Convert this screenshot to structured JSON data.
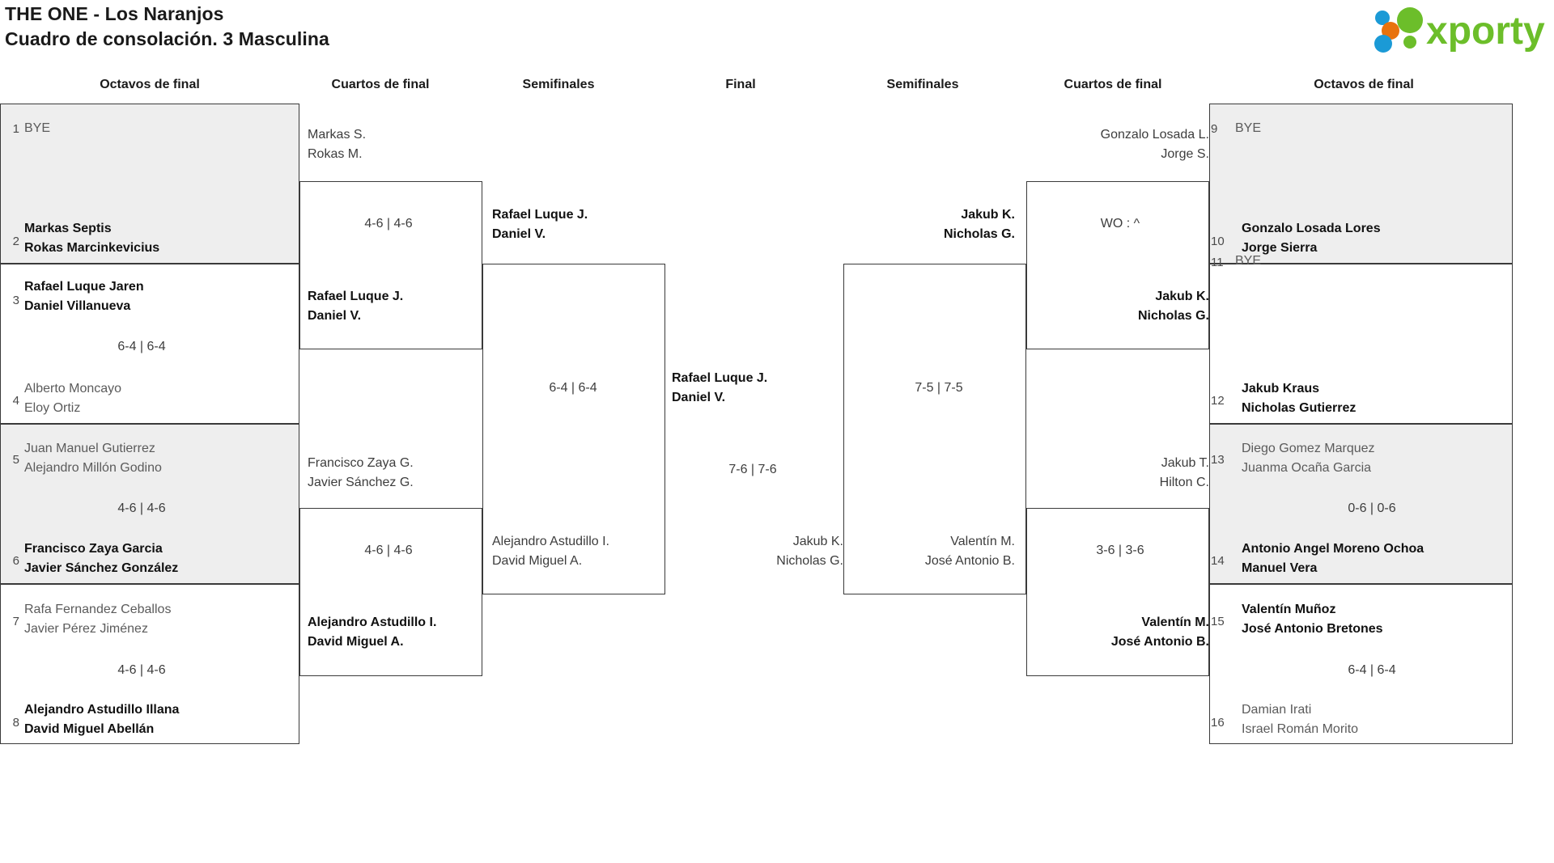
{
  "header": {
    "title_line1": "THE ONE - Los Naranjos",
    "title_line2": "Cuadro de consolación. 3 Masculina",
    "logo_text": "xporty",
    "logo_colors": {
      "green": "#6cbe2a",
      "blue": "#1b9ad6",
      "orange": "#e8720c"
    }
  },
  "round_headers": {
    "left_r16": "Octavos de final",
    "left_qf": "Cuartos de final",
    "left_sf": "Semifinales",
    "final": "Final",
    "right_sf": "Semifinales",
    "right_qf": "Cuartos de final",
    "right_r16": "Octavos de final"
  },
  "left": {
    "r16": [
      {
        "seed": "1",
        "line1": "BYE",
        "line2": "",
        "state": "lose",
        "score": ""
      },
      {
        "seed": "2",
        "line1": "Markas Septis",
        "line2": "Rokas Marcinkevicius",
        "state": "win",
        "score": ""
      },
      {
        "seed": "3",
        "line1": "Rafael Luque Jaren",
        "line2": "Daniel Villanueva",
        "state": "win",
        "score": "6-4 | 6-4"
      },
      {
        "seed": "4",
        "line1": "Alberto Moncayo",
        "line2": "Eloy Ortiz",
        "state": "lose",
        "score": ""
      },
      {
        "seed": "5",
        "line1": "Juan Manuel Gutierrez",
        "line2": "Alejandro Millón Godino",
        "state": "lose",
        "score": "4-6 | 4-6"
      },
      {
        "seed": "6",
        "line1": "Francisco Zaya Garcia",
        "line2": "Javier Sánchez González",
        "state": "win",
        "score": ""
      },
      {
        "seed": "7",
        "line1": "Rafa Fernandez Ceballos",
        "line2": "Javier Pérez Jiménez",
        "state": "lose",
        "score": "4-6 | 4-6"
      },
      {
        "seed": "8",
        "line1": "Alejandro Astudillo Illana",
        "line2": "David Miguel Abellán",
        "state": "win",
        "score": ""
      }
    ],
    "qf": [
      {
        "line1": "Markas S.",
        "line2": "Rokas M.",
        "state": "lose",
        "score": "4-6 | 4-6"
      },
      {
        "line1": "Rafael Luque J.",
        "line2": "Daniel V.",
        "state": "win",
        "score": ""
      },
      {
        "line1": "Francisco Zaya G.",
        "line2": "Javier Sánchez G.",
        "state": "lose",
        "score": "4-6 | 4-6"
      },
      {
        "line1": "Alejandro Astudillo I.",
        "line2": "David Miguel A.",
        "state": "win",
        "score": ""
      }
    ],
    "sf": [
      {
        "line1": "Rafael Luque J.",
        "line2": "Daniel V.",
        "state": "win",
        "score": "6-4 | 6-4"
      },
      {
        "line1": "Alejandro Astudillo I.",
        "line2": "David Miguel A.",
        "state": "lose",
        "score": ""
      }
    ]
  },
  "final": {
    "top": {
      "line1": "Rafael Luque J.",
      "line2": "Daniel V.",
      "state": "win"
    },
    "bottom": {
      "line1": "Jakub K.",
      "line2": "Nicholas G.",
      "state": "lose"
    },
    "score": "7-6 | 7-6"
  },
  "right": {
    "sf": [
      {
        "line1": "Jakub K.",
        "line2": "Nicholas G.",
        "state": "win",
        "score": "7-5 | 7-5"
      },
      {
        "line1": "Valentín M.",
        "line2": "José Antonio B.",
        "state": "lose",
        "score": ""
      }
    ],
    "qf": [
      {
        "line1": "Gonzalo Losada L.",
        "line2": "Jorge S.",
        "state": "lose",
        "score": "WO : ^"
      },
      {
        "line1": "Jakub K.",
        "line2": "Nicholas G.",
        "state": "win",
        "score": ""
      },
      {
        "line1": "Jakub T.",
        "line2": "Hilton C.",
        "state": "lose",
        "score": "3-6 | 3-6"
      },
      {
        "line1": "Valentín M.",
        "line2": "José Antonio B.",
        "state": "win",
        "score": ""
      }
    ],
    "r16": [
      {
        "seed": "9",
        "line1": "BYE",
        "line2": "",
        "state": "lose",
        "score": ""
      },
      {
        "seed": "10",
        "line1": "Gonzalo Losada Lores",
        "line2": "Jorge Sierra",
        "state": "win",
        "score": ""
      },
      {
        "seed": "11",
        "line1": "BYE",
        "line2": "",
        "state": "lose",
        "score": ""
      },
      {
        "seed": "12",
        "line1": "Jakub Kraus",
        "line2": "Nicholas Gutierrez",
        "state": "win",
        "score": ""
      },
      {
        "seed": "13",
        "line1": "Diego Gomez Marquez",
        "line2": "Juanma Ocaña Garcia",
        "state": "lose",
        "score": "0-6 | 0-6"
      },
      {
        "seed": "14",
        "line1": "Antonio Angel Moreno Ochoa",
        "line2": "Manuel Vera",
        "state": "win",
        "score": ""
      },
      {
        "seed": "15",
        "line1": "Valentín Muñoz",
        "line2": "José Antonio Bretones",
        "state": "win",
        "score": "6-4 | 6-4"
      },
      {
        "seed": "16",
        "line1": "Damian Irati",
        "line2": "Israel Román Morito",
        "state": "lose",
        "score": ""
      }
    ]
  }
}
